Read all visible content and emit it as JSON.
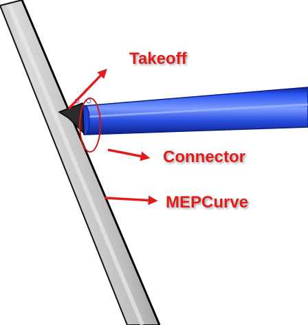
{
  "labels": {
    "takeoff": "Takeoff",
    "connector": "Connector",
    "mepcurve": "MEPCurve"
  },
  "colors": {
    "label_text": "#e21b1b",
    "arrow": "#e21b1b",
    "highlight_ellipse": "#d11818",
    "main_pipe_light": "#e0e0e0",
    "main_pipe_mid": "#a8a8a8",
    "main_pipe_dark": "#6f6f6f",
    "main_pipe_edge": "#111111",
    "branch_duct_light": "#6a8cff",
    "branch_duct_mid": "#1f44d8",
    "branch_duct_dark": "#0b2291",
    "background": "#ffffff"
  },
  "icons": {
    "arrow": "red-arrow-icon",
    "ellipse": "connector-highlight-ellipse"
  }
}
